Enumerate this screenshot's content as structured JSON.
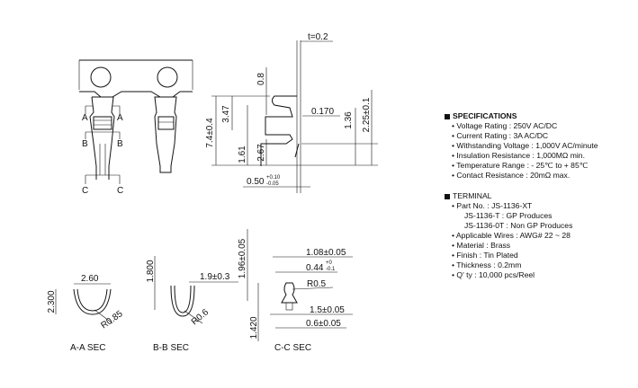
{
  "drawing": {
    "top_view": {
      "section_marks": [
        "A",
        "A",
        "B",
        "B",
        "C",
        "C"
      ]
    },
    "side_view": {
      "thickness": "t=0.2",
      "dims": [
        "7.4±0.4",
        "3.47",
        "1.61",
        "2.67",
        "0.8",
        "0.170",
        "1.36",
        "2.25±0.1"
      ],
      "width_main": "0.50",
      "width_tol_plus": "+0.10",
      "width_tol_minus": "-0.05"
    },
    "section_aa": {
      "label": "A-A  SEC",
      "dims": [
        "2.60",
        "2.300",
        "R0.85"
      ]
    },
    "section_bb": {
      "label": "B-B  SEC",
      "dims": [
        "1.800",
        "1.9±0.3",
        "R0.6"
      ]
    },
    "section_cc": {
      "label": "C-C  SEC",
      "dims": [
        "1.96±0.05",
        "1.08±0.05",
        "0.44",
        "+0",
        "-0.1",
        "R0.5",
        "1.5±0.05",
        "0.6±0.05",
        "1.420"
      ]
    }
  },
  "specifications": {
    "title": "SPECIFICATIONS",
    "items": [
      "Voltage Rating : 250V AC/DC",
      "Current Rating : 3A AC/DC",
      "Withstanding Voltage : 1,000V AC/minute",
      "Insulation Resistance : 1,000MΩ min.",
      "Temperature Range : - 25℃ to + 85℃",
      "Contact Resistance : 20mΩ max."
    ]
  },
  "terminal": {
    "title": "TERMINAL",
    "part_no": "Part No. : JS-1136-XT",
    "part_sub": [
      "JS-1136-T : GP Produces",
      "JS-1136-0T : Non GP Produces"
    ],
    "items": [
      "Applicable Wires : AWG# 22 ~ 28",
      "Material : Brass",
      "Finish : Tin Plated",
      "Thickness : 0.2mm",
      "Q' ty : 10,000 pcs/Reel"
    ]
  }
}
